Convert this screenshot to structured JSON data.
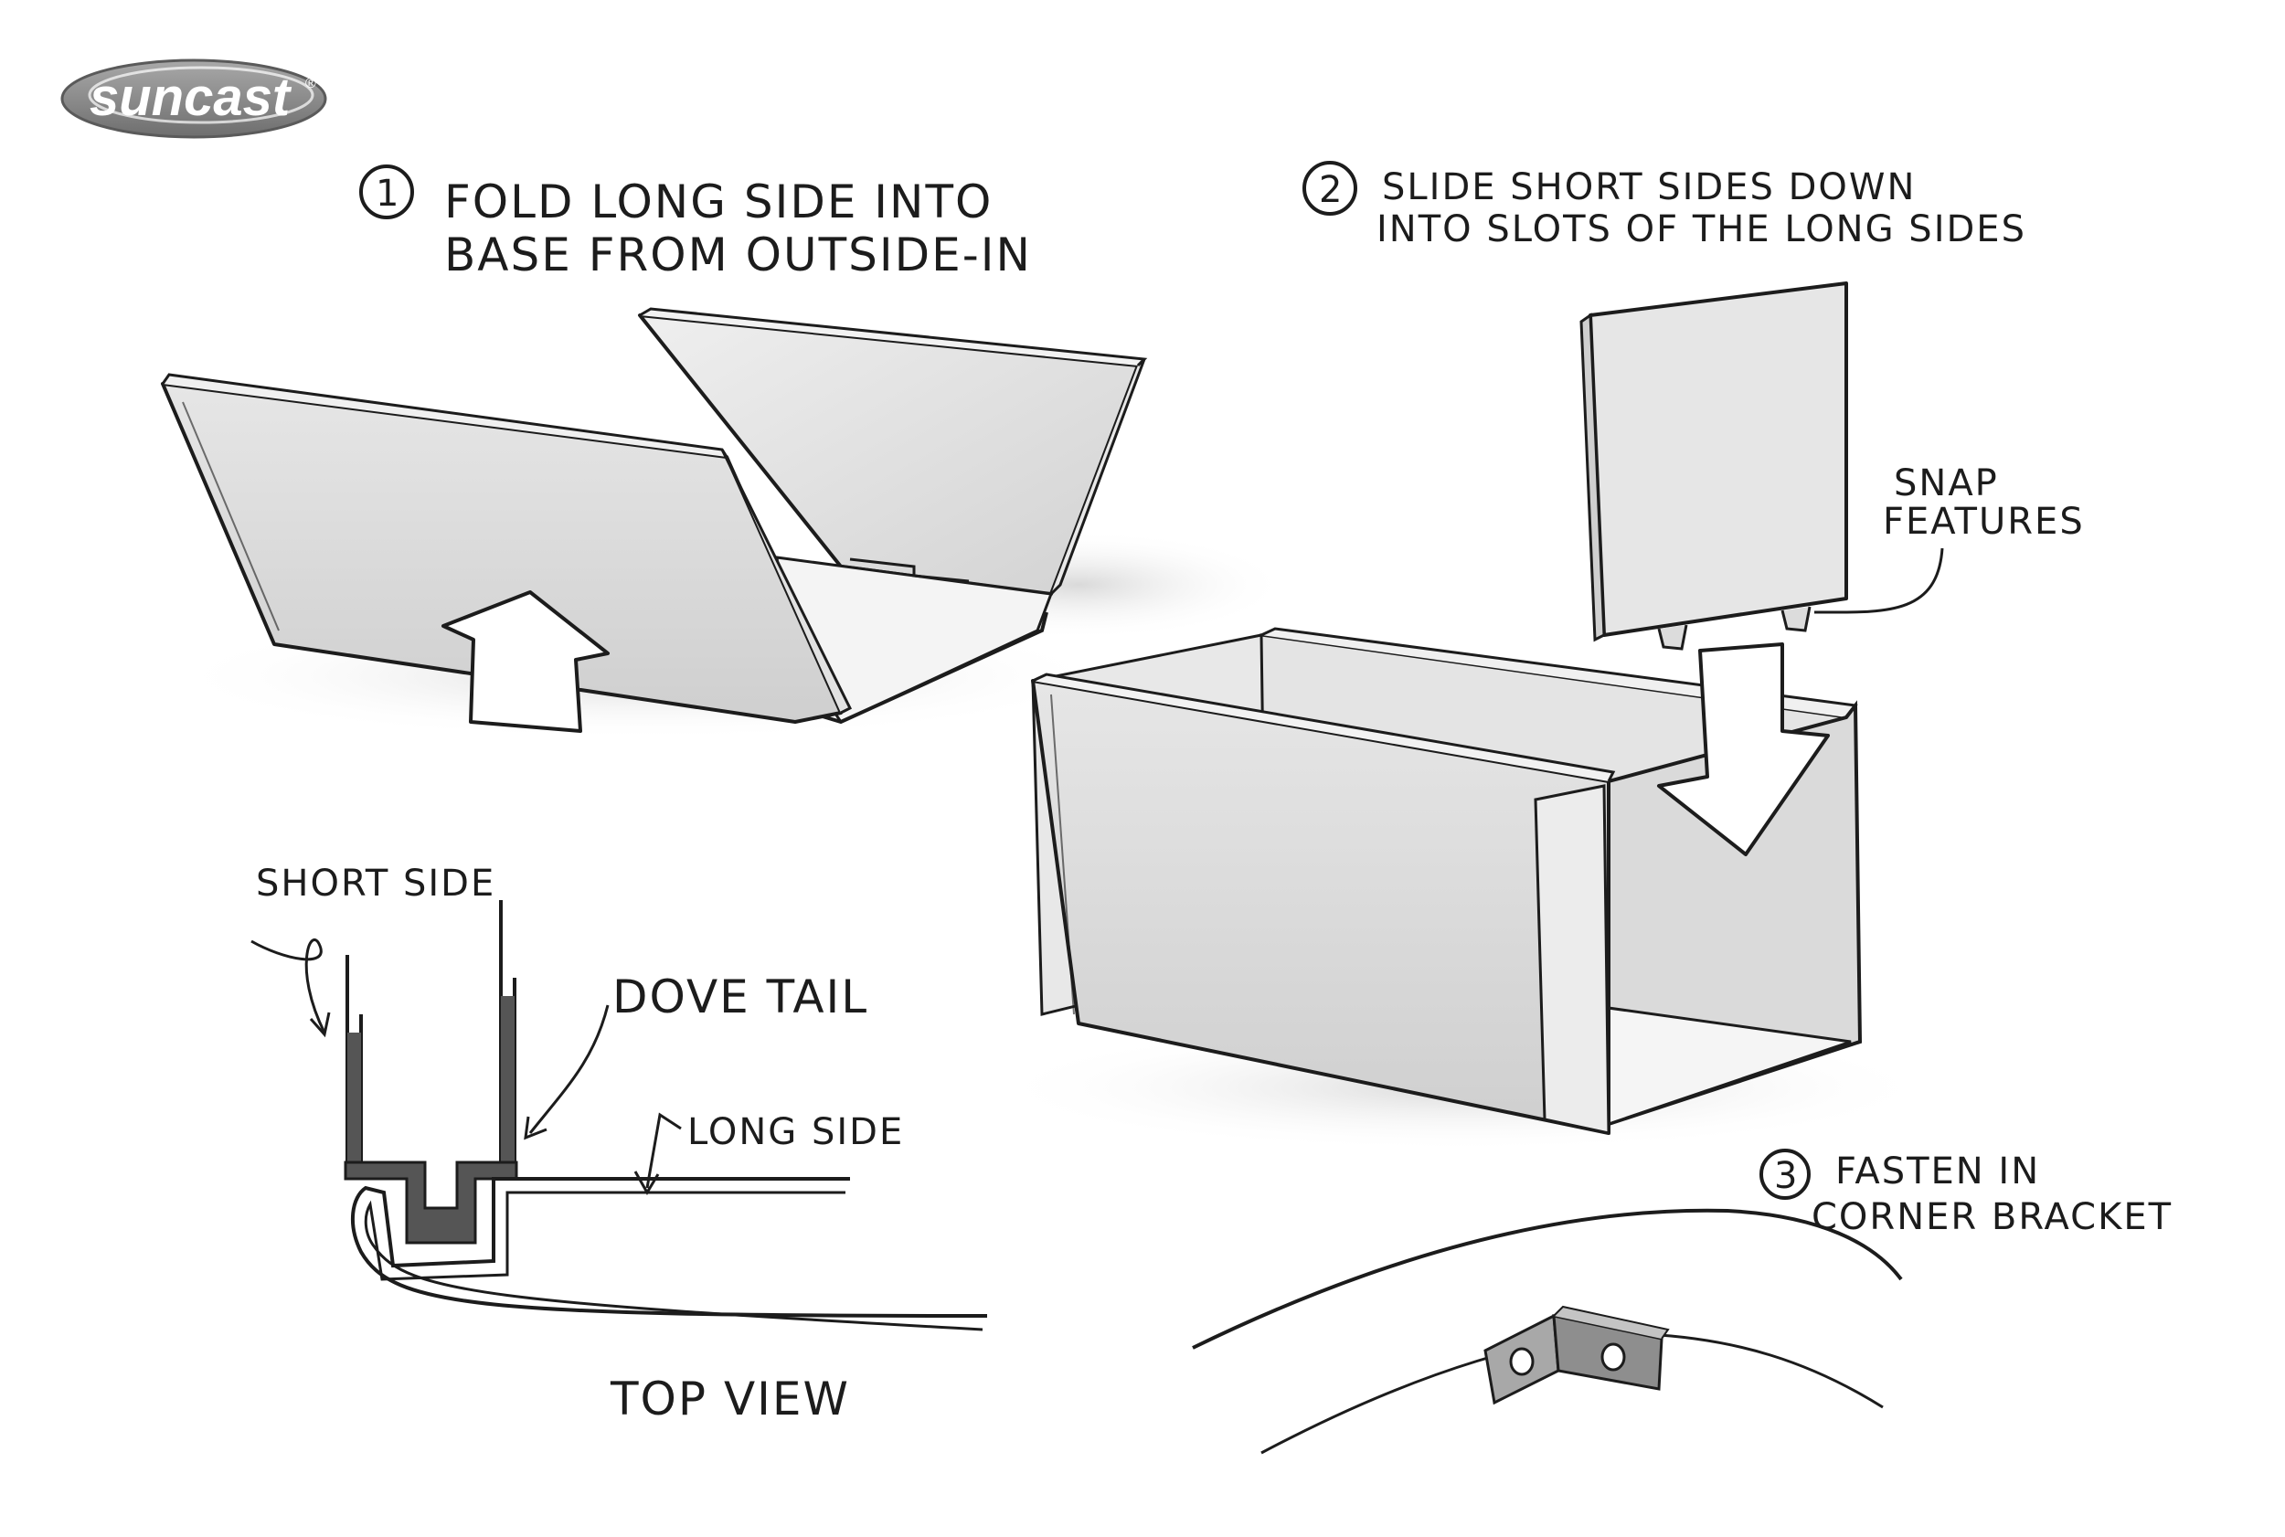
{
  "logo": {
    "brand": "suncast",
    "mark": "®"
  },
  "steps": [
    {
      "number": "1",
      "line1": "Fold long side into",
      "line2": "base from outside-in"
    },
    {
      "number": "2",
      "line1": "Slide short sides down",
      "line2": "into slots of the long sides"
    },
    {
      "number": "3",
      "line1": "Fasten in",
      "line2": "corner bracket"
    }
  ],
  "callouts": {
    "snap_line1": "Snap",
    "snap_line2": "features",
    "short_side": "Short side",
    "dove_tail": "Dove tail",
    "long_side": "Long side",
    "top_view": "Top view"
  },
  "colors": {
    "ink": "#1c1c1c",
    "panel_fill": "#dcdcdc",
    "shadow": "#c8c8c8",
    "logo_gray": "#8a8a8a"
  }
}
